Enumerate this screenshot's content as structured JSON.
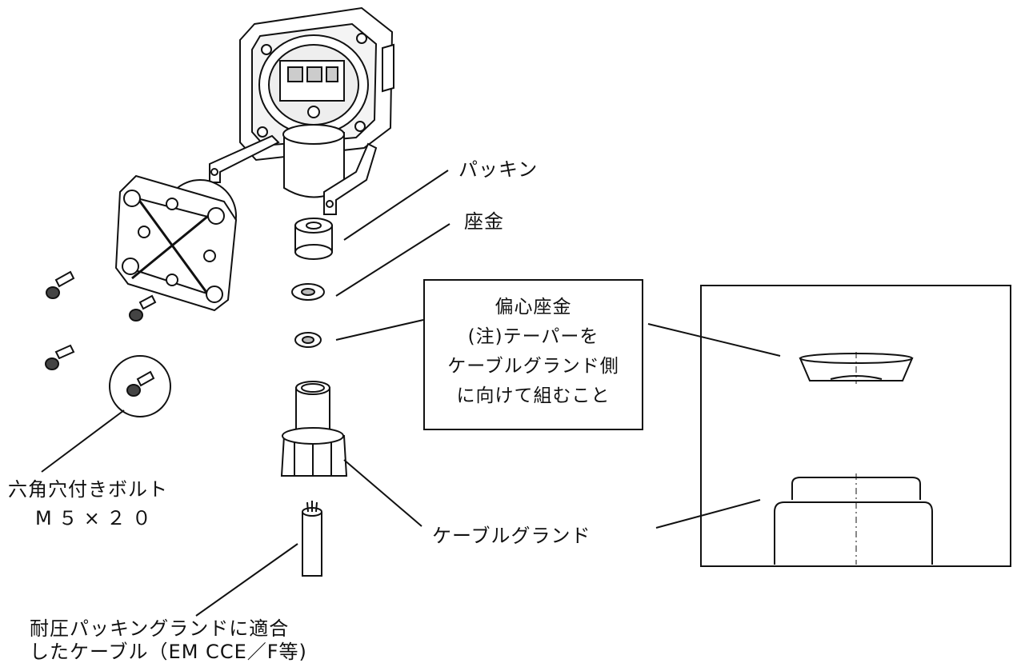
{
  "labels": {
    "packing": "パッキン",
    "washer": "座金",
    "cable_gland": "ケーブルグランド",
    "hex_bolt_line1": "六角穴付きボルト",
    "hex_bolt_line2": "M５×２０",
    "cable_line1": "耐圧パッキングランドに適合",
    "cable_line2": "したケーブル（EM CCE／F等)"
  },
  "note": {
    "title": "偏心座金",
    "line2": "(注)テーパーを",
    "line3": "ケーブルグランド側",
    "line4": "に向けて組むこと"
  },
  "colors": {
    "stroke": "#111111",
    "background": "#ffffff",
    "shade": "#d9d9d9"
  }
}
